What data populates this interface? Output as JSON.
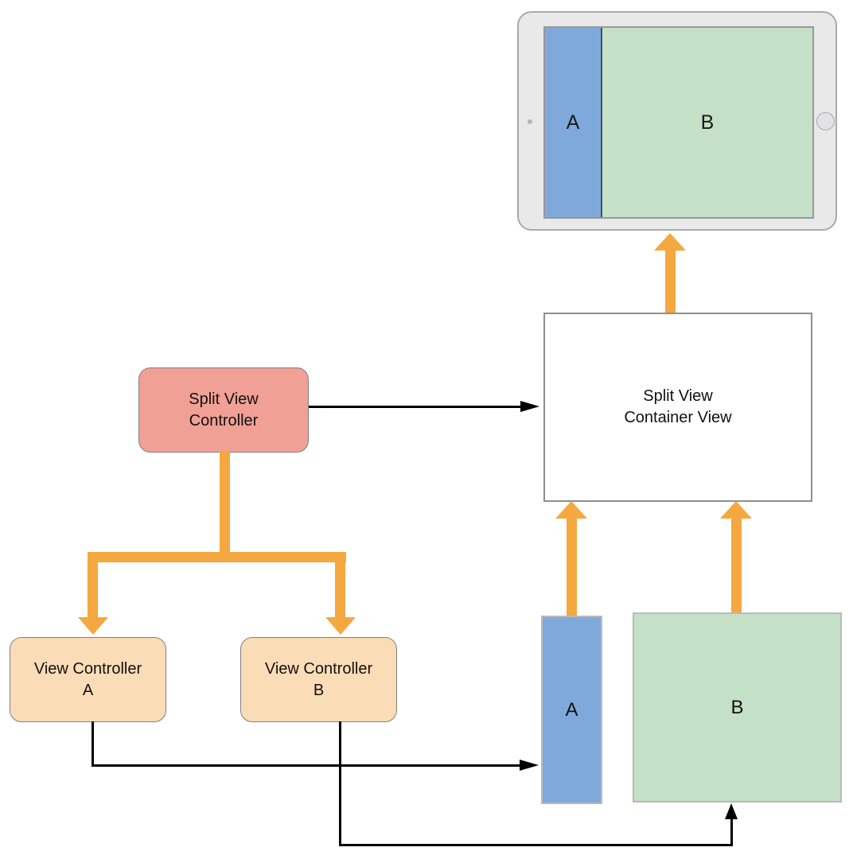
{
  "device": {
    "kind": "ipad-landscape",
    "panels": [
      {
        "label": "A"
      },
      {
        "label": "B"
      }
    ]
  },
  "nodes": {
    "split_view_controller": {
      "label": "Split View\nController"
    },
    "view_controller_a": {
      "label": "View Controller\nA"
    },
    "view_controller_b": {
      "label": "View Controller\nB"
    },
    "split_view_container": {
      "label": "Split View\nContainer View"
    },
    "view_a": {
      "label": "A"
    },
    "view_b": {
      "label": "B"
    }
  },
  "colors": {
    "arrow_orange": "#F4A83F",
    "controller_red": "#F1A095",
    "controller_peach": "#FADCB6",
    "view_blue": "#7FA9DB",
    "view_green": "#C4E0C6",
    "device_gray": "#E9E9EA"
  }
}
